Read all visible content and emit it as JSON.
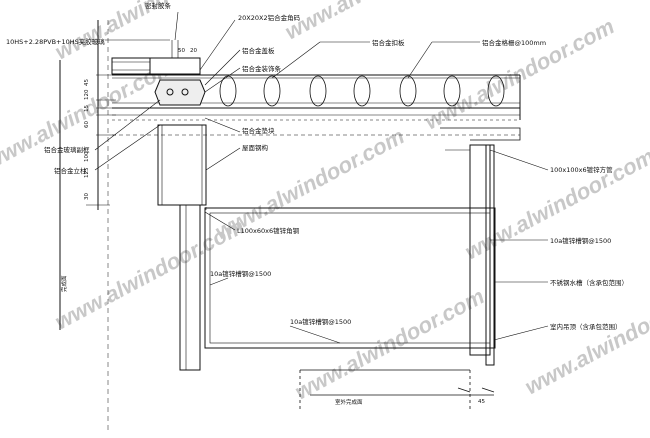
{
  "labels": {
    "sealant": "密封胶条",
    "glass": "10HS+2.28PVB+10HS夹胶玻璃",
    "corner_code": "20X20X2铝合金角码",
    "cover": "铝合金盖板",
    "decor_strip": "铝合金装饰条",
    "outer_panel": "铝合金扣板",
    "grille": "铝合金格栅@100mm",
    "cup_pad": "铝合金垫块",
    "mullion": "铝合金玻璃副框",
    "connector": "铝合金立柱",
    "steel_frame": "屋面钢构",
    "sq_tube": "100x100x6镀锌方管",
    "angle_steel": "L100x60x6镀锌角钢",
    "plate_1": "10a镀锌槽钢@1500",
    "plate_2": "10a镀锌槽钢@1500",
    "plate_3": "10a镀锌槽钢@1500",
    "gutter": "不锈钢水槽（含承包范围）",
    "ceiling": "室内吊顶（含承包范围）",
    "floor_label": "完成面",
    "section_label": "室外完成面"
  },
  "dimensions": {
    "top_50": "50",
    "top_20": "20",
    "d_120": "120",
    "d_45": "45",
    "d_60": "60",
    "d_15": "15",
    "d_125": "125",
    "d_30": "30",
    "d_100": "100",
    "d_45b": "45"
  },
  "watermark": "www.alwindoor.com",
  "colors": {
    "line": "#111111",
    "watermark": "#c8c8c8"
  }
}
